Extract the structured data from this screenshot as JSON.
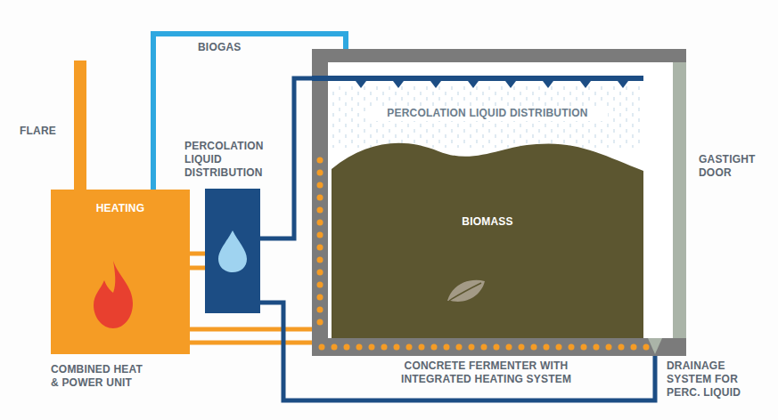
{
  "diagram": {
    "nodes": [
      {
        "text": [
          "HEATING",
          "COMBINED HEAT & POWER UNIT"
        ]
      },
      {
        "text": [
          "PERCOLATION LIQUID DISTRIBUTION"
        ]
      },
      {
        "text": [
          "PERCOLATION LIQUID DISTRIBUTION",
          "CONCRETE FERMENTER WITH INTEGRATED HEATING SYSTEM"
        ]
      },
      {
        "text": [
          "BIOMASS"
        ],
        "in": 2
      }
    ],
    "edges": [
      {
        "from": 2,
        "to": 0,
        "label": "BIOGAS",
        "arrow": "none"
      },
      {
        "from": 0,
        "to": 1,
        "arrow": "none"
      },
      {
        "from": 0,
        "to": 2,
        "arrow": "none"
      },
      {
        "from": 1,
        "to": 2,
        "arrow": "none"
      },
      {
        "from": 2,
        "to": 1,
        "arrow": "none"
      }
    ],
    "labels": [
      "FLARE",
      "GASTIGHT DOOR",
      "DRAINAGE SYSTEM FOR PERC. LIQUID"
    ]
  }
}
